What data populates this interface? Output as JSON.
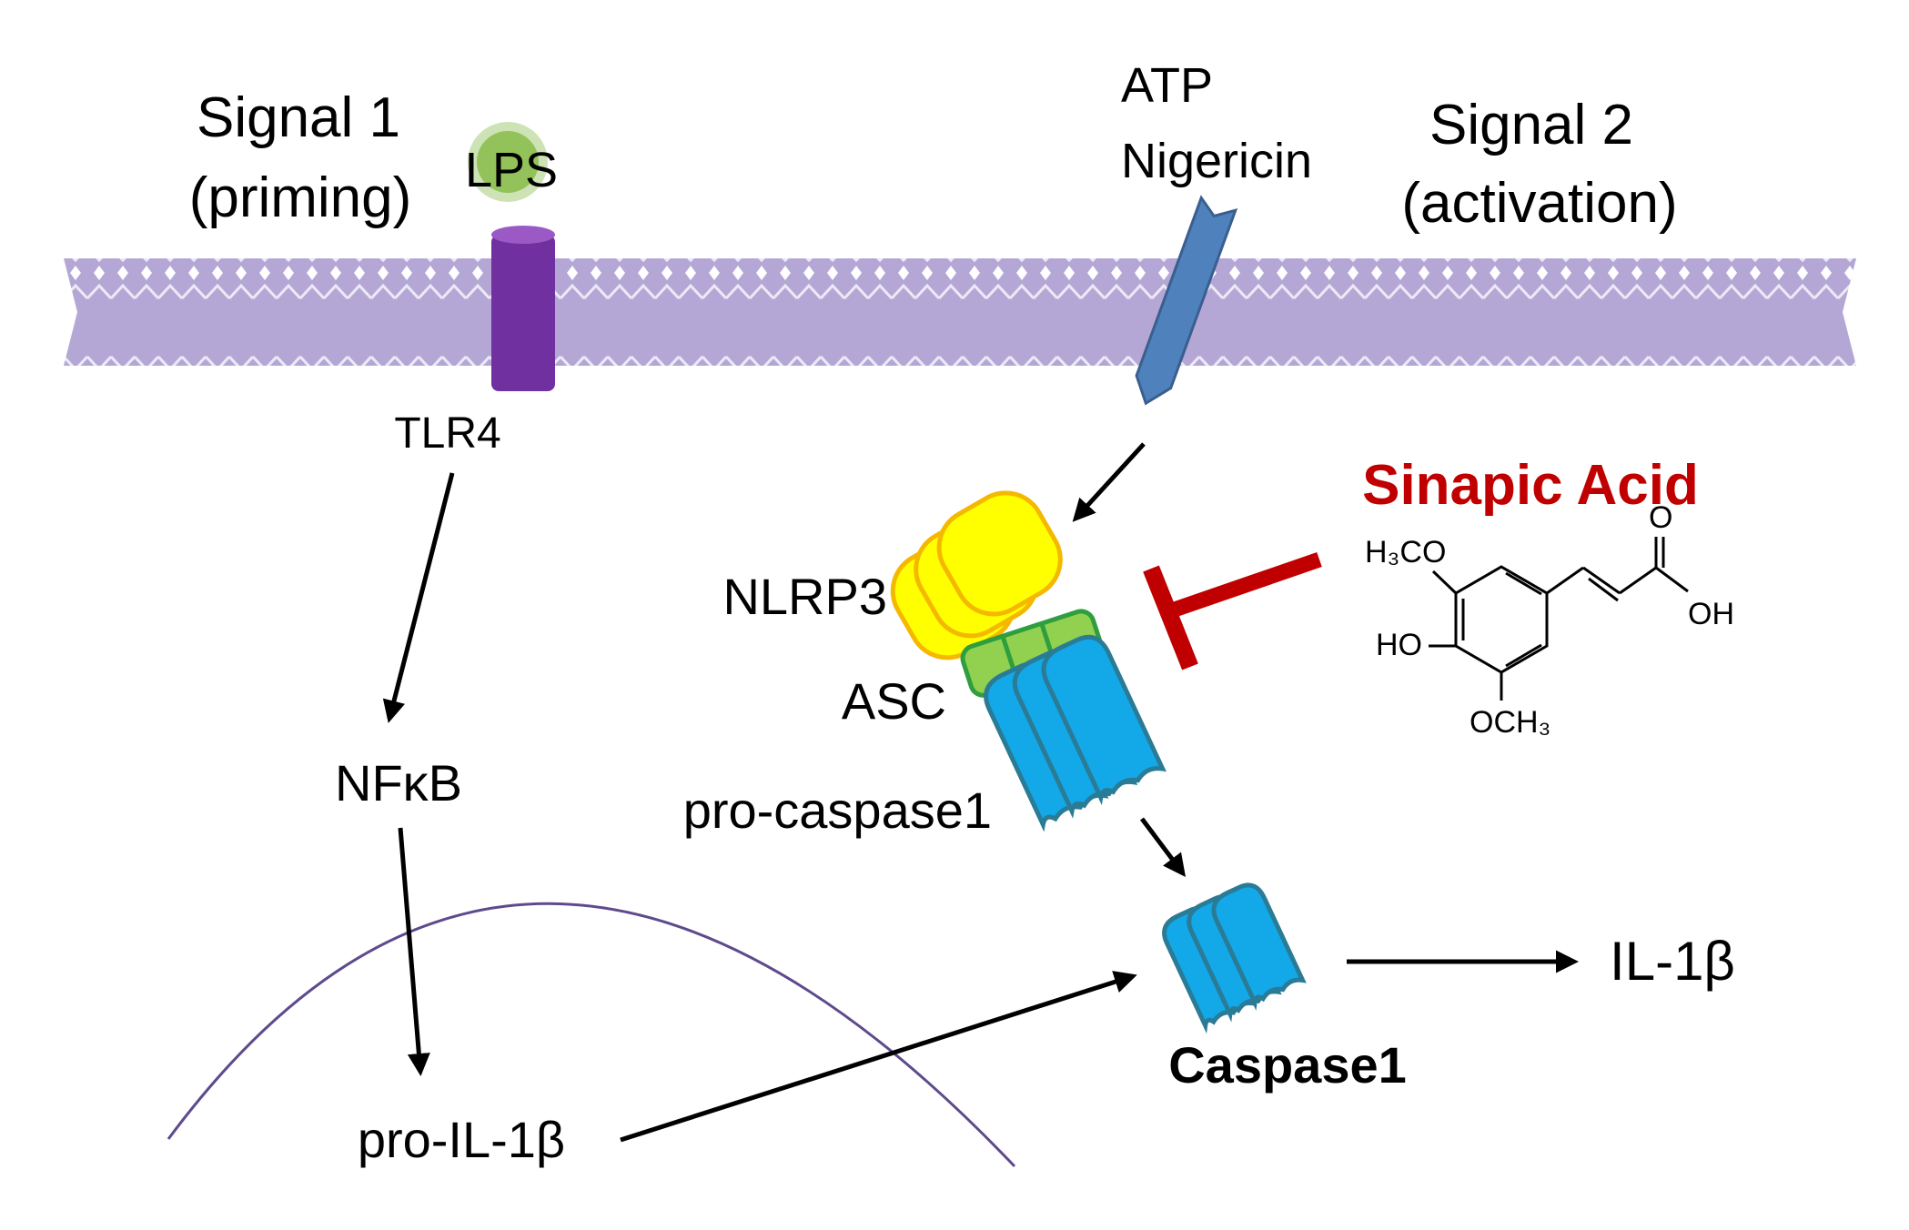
{
  "signal1": {
    "line1": "Signal 1",
    "line2": "(priming)"
  },
  "signal2": {
    "line1": "Signal 2",
    "line2": "(activation)"
  },
  "lps": "LPS",
  "tlr4": "TLR4",
  "stimuli": {
    "line1": "ATP",
    "line2": "Nigericin"
  },
  "nfkb": "NFκB",
  "pro_il1b": "pro-IL-1β",
  "nlrp3": "NLRP3",
  "asc": "ASC",
  "pro_caspase1": "pro-caspase1",
  "caspase1": "Caspase1",
  "il1b": "IL-1β",
  "inhibitor": {
    "name": "Sinapic Acid",
    "color": "#c00000"
  },
  "structure": {
    "h3co": "H₃CO",
    "ho": "HO",
    "och3": "OCH₃",
    "o": "O",
    "oh": "OH"
  },
  "colors": {
    "membrane": "#b4a7d6",
    "lps": "#93c25a",
    "tlr4": "#7030a0",
    "channel": "#4f81bd",
    "nlrp3": "#ffff00",
    "nlrp3_edge": "#f5b800",
    "asc": "#92d050",
    "asc_edge": "#2e9e3e",
    "caspase": "#13a8e8",
    "caspase_edge": "#2a7b96",
    "nucleus": "#5e4a8c"
  }
}
